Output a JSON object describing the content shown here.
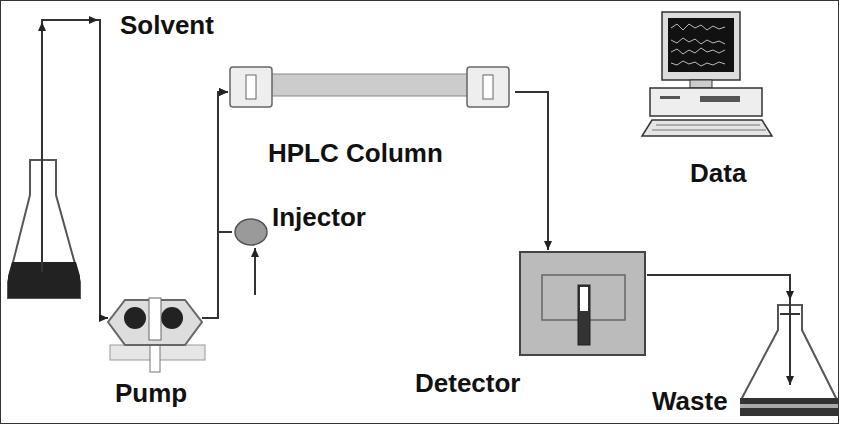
{
  "diagram": {
    "nodes": [
      {
        "text": [
          "Solvent"
        ]
      },
      {
        "text": [
          "Pump"
        ]
      },
      {
        "text": [
          "Injector"
        ]
      },
      {
        "text": [
          "HPLC Column"
        ]
      },
      {
        "text": [
          "Detector"
        ]
      },
      {
        "text": [
          "Waste"
        ]
      },
      {
        "text": [
          "Data"
        ]
      }
    ],
    "edges": [
      {
        "from": 0,
        "to": 1,
        "arrow": "to"
      },
      {
        "from": 1,
        "to": 3,
        "arrow": "to"
      },
      {
        "from": 2,
        "to": 3,
        "arrow": "to"
      },
      {
        "from": 3,
        "to": 4,
        "arrow": "to"
      },
      {
        "from": 4,
        "to": 5,
        "arrow": "to"
      }
    ]
  }
}
